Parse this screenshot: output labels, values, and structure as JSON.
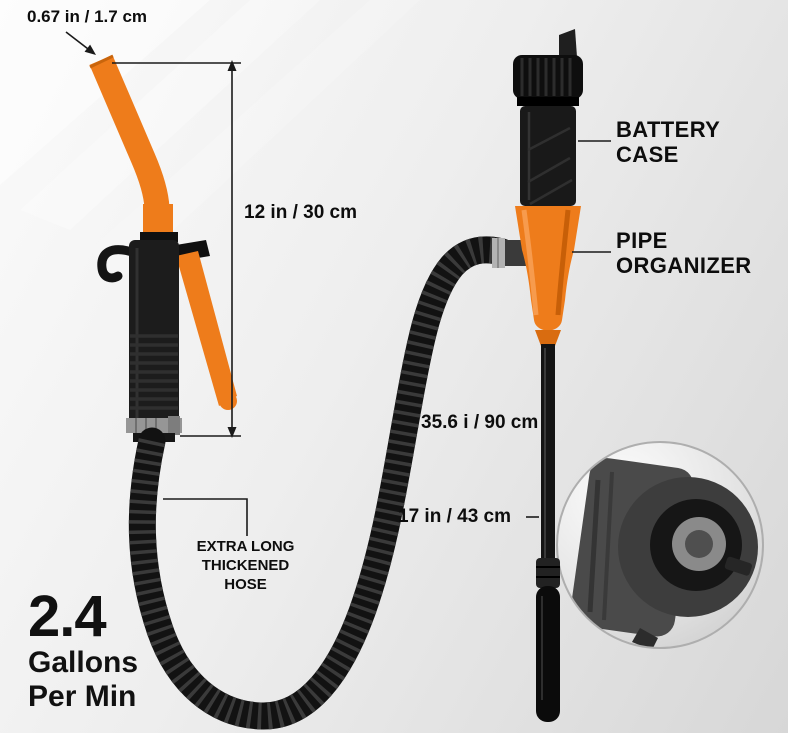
{
  "dimensions": {
    "nozzle": "0.67 in / 1.7 cm",
    "height": "12 in / 30 cm",
    "hose": "35.6 i / 90 cm",
    "tube": "17 in / 43 cm"
  },
  "callouts": {
    "battery_case": {
      "line1": "BATTERY",
      "line2": "CASE"
    },
    "pipe_organizer": {
      "line1": "PIPE",
      "line2": "ORGANIZER"
    },
    "hose": {
      "line1": "EXTRA LONG",
      "line2": "THICKENED",
      "line3": "HOSE"
    }
  },
  "flow_rate": {
    "value": "2.4",
    "unit_line1": "Gallons",
    "unit_line2": "Per Min"
  },
  "colors": {
    "accent_orange": "#EE7C1B",
    "device_black": "#1A1A1A",
    "background_gray": "#E8E8E8",
    "line_black": "#1A1A1A"
  }
}
